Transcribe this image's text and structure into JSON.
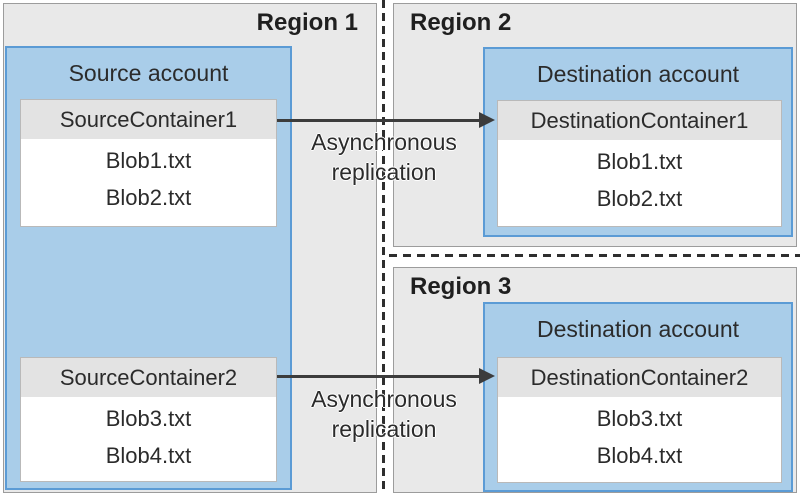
{
  "regions": [
    {
      "label": "Region 1"
    },
    {
      "label": "Region 2"
    },
    {
      "label": "Region 3"
    }
  ],
  "source_account": {
    "title": "Source account",
    "containers": [
      {
        "name": "SourceContainer1",
        "blobs": [
          "Blob1.txt",
          "Blob2.txt"
        ]
      },
      {
        "name": "SourceContainer2",
        "blobs": [
          "Blob3.txt",
          "Blob4.txt"
        ]
      }
    ]
  },
  "destination_accounts": [
    {
      "title": "Destination account",
      "container": {
        "name": "DestinationContainer1",
        "blobs": [
          "Blob1.txt",
          "Blob2.txt"
        ]
      }
    },
    {
      "title": "Destination account",
      "container": {
        "name": "DestinationContainer2",
        "blobs": [
          "Blob3.txt",
          "Blob4.txt"
        ]
      }
    }
  ],
  "arrows": [
    {
      "label": [
        "Asynchronous",
        "replication"
      ]
    },
    {
      "label": [
        "Asynchronous",
        "replication"
      ]
    }
  ],
  "colors": {
    "region_fill": "#e9e9e9",
    "region_border": "#9c9c9c",
    "account_fill": "#a9cde9",
    "account_border": "#5b9bd5",
    "container_header_fill": "#e3e3e3",
    "container_border": "#b9b9b9",
    "text": "#2b2b2b",
    "line": "#3c3c3c"
  }
}
